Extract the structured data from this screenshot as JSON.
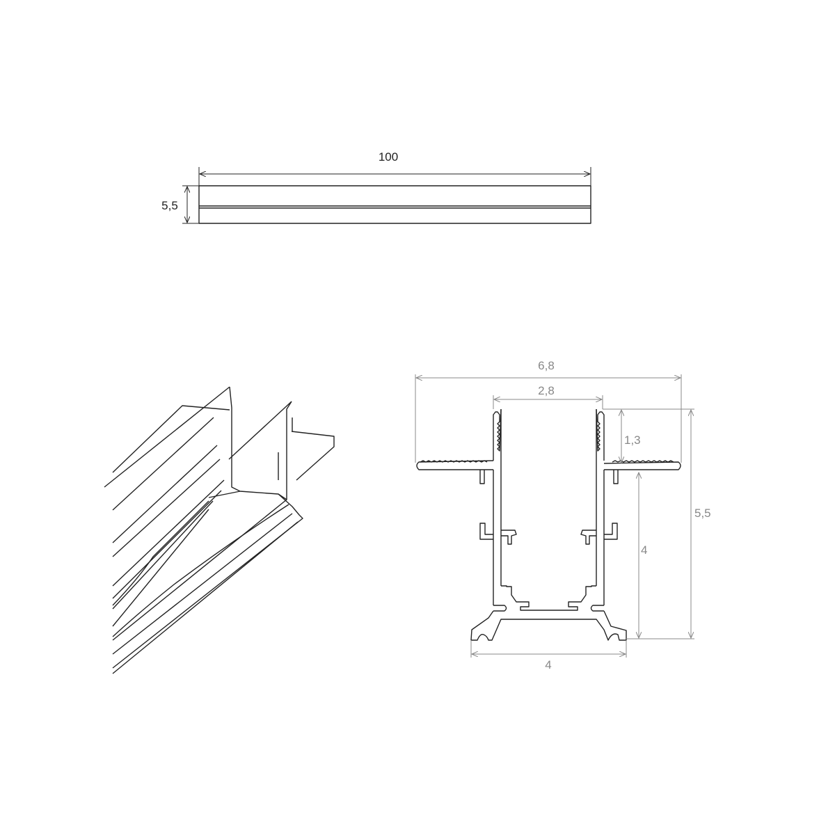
{
  "top_view": {
    "length_label": "100",
    "height_label": "5,5"
  },
  "cross_section": {
    "overall_width_label": "6,8",
    "inner_width_label": "2,8",
    "fin_height_label": "1,3",
    "body_height_label": "4",
    "total_height_label": "5,5",
    "base_width_label": "4"
  },
  "colors": {
    "outline": "#222222",
    "dimension_gray": "#888888"
  }
}
